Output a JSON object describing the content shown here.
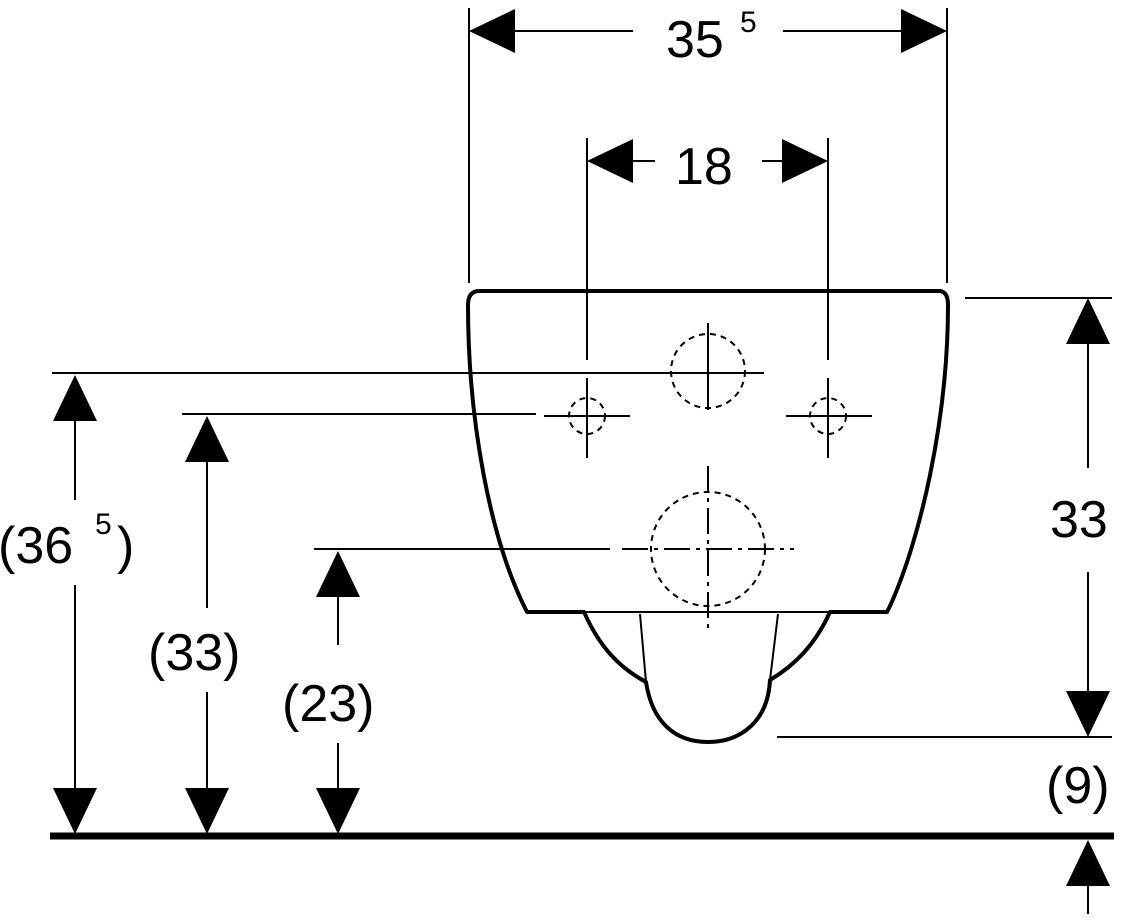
{
  "dimensions": {
    "overall_width": {
      "main": "35",
      "sup": "5"
    },
    "bolt_spacing": "18",
    "depth_right": "33",
    "bottom_clearance": "(9)",
    "height_top": {
      "open": "(36",
      "sup": "5",
      "close": ")"
    },
    "height_bolts": "(33)",
    "height_outlet": "(23)"
  }
}
